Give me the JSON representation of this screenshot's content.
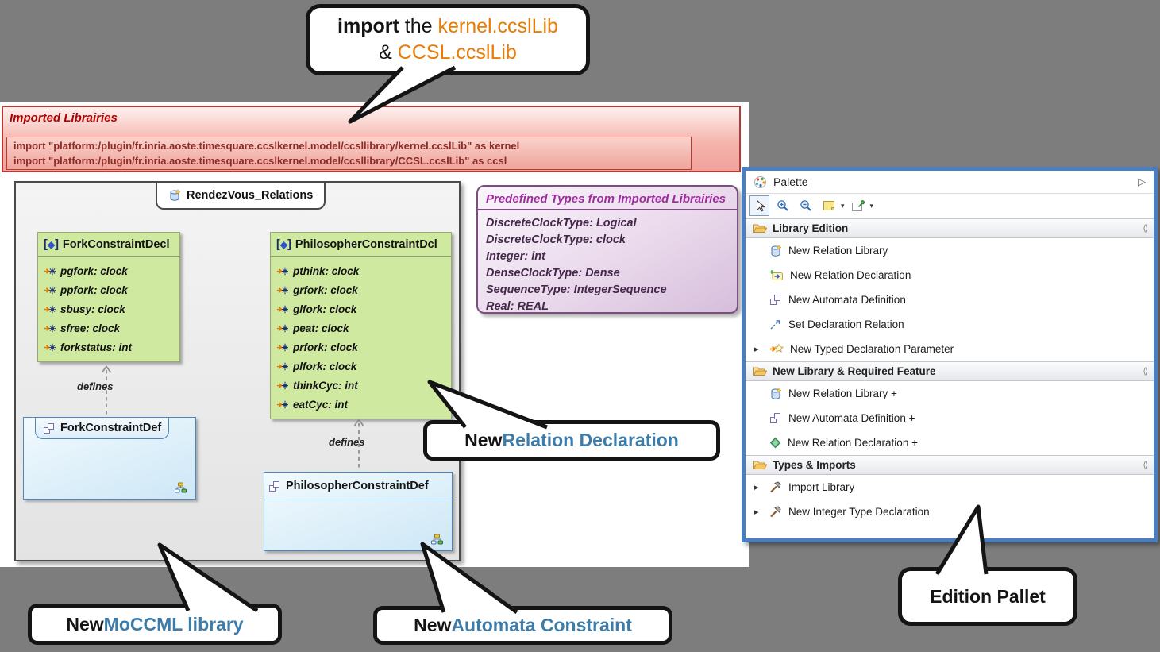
{
  "colors": {
    "background_gray": "#7d7d7d",
    "accent_orange": "#e87c04",
    "accent_blue": "#3d7ba8",
    "imported_border_red": "#b43b35",
    "imported_text_red": "#8d2b26",
    "decl_green_fill": "#cfe9a0",
    "def_blue_border": "#4c86c0",
    "predef_purple_border": "#7b4d80",
    "predef_title_purple": "#a02ba0",
    "palette_border_blue": "#4a7ec1"
  },
  "glyphs": {
    "caret_right": "▸",
    "dropdown": "▾",
    "palette_open_arrow": "▷",
    "section_pin": "⟨⟩",
    "bracket_open": "[",
    "diamond": "◆",
    "bracket_close": "]"
  },
  "callouts": {
    "import_note": {
      "bold": "import",
      "mid": " the ",
      "accent1": "kernel.ccslLib",
      "amp": "& ",
      "accent2": "CCSL.ccslLib"
    },
    "relation_declaration": {
      "prefix": "New ",
      "accent": "Relation Declaration"
    },
    "moccml": {
      "prefix": "New ",
      "accent": "MoCCML library"
    },
    "automata": {
      "prefix": "New ",
      "accent": "Automata Constraint"
    },
    "edition_pallet": "Edition Pallet"
  },
  "imported": {
    "title": "Imported Librairies",
    "lines": [
      "import \"platform:/plugin/fr.inria.aoste.timesquare.ccslkernel.model/ccsllibrary/kernel.ccslLib\" as kernel",
      "import \"platform:/plugin/fr.inria.aoste.timesquare.ccslkernel.model/ccsllibrary/CCSL.ccslLib\" as ccsl"
    ]
  },
  "predefined": {
    "title": "Predefined Types from Imported Librairies",
    "entries": [
      "DiscreteClockType: Logical",
      "DiscreteClockType: clock",
      "Integer: int",
      "DenseClockType: Dense",
      "SequenceType: IntegerSequence",
      "Real: REAL"
    ]
  },
  "diagram": {
    "package": "RendezVous_Relations",
    "defines": "defines",
    "fork_decl": {
      "name": "ForkConstraintDecl",
      "attributes": [
        "pgfork: clock",
        "ppfork: clock",
        "sbusy: clock",
        "sfree: clock",
        "forkstatus: int"
      ]
    },
    "phil_decl": {
      "name": "PhilosopherConstraintDcl",
      "attributes": [
        "pthink: clock",
        "grfork: clock",
        "glfork: clock",
        "peat: clock",
        "prfork: clock",
        "plfork: clock",
        "thinkCyc: int",
        "eatCyc: int"
      ]
    },
    "fork_def": {
      "name": "ForkConstraintDef"
    },
    "phil_def": {
      "name": "PhilosopherConstraintDef"
    }
  },
  "palette": {
    "title": "Palette",
    "toolbar": [
      {
        "icon": "cursor-icon"
      },
      {
        "icon": "zoom-in-icon"
      },
      {
        "icon": "zoom-out-icon"
      },
      {
        "icon": "note-icon"
      },
      {
        "icon": "pin-note-icon"
      }
    ],
    "sections": [
      {
        "label": "Library Edition",
        "items": [
          {
            "label": "New Relation Library",
            "icon": "relation-library-icon"
          },
          {
            "label": "New Relation Declaration",
            "icon": "relation-declaration-icon"
          },
          {
            "label": "New Automata Definition",
            "icon": "automata-definition-icon"
          },
          {
            "label": "Set Declaration Relation",
            "icon": "set-declaration-relation-icon"
          },
          {
            "label": "New Typed Declaration Parameter",
            "icon": "typed-declaration-parameter-icon",
            "caret": "▸"
          }
        ]
      },
      {
        "label": "New Library & Required Feature",
        "items": [
          {
            "label": "New Relation Library +",
            "icon": "relation-library-icon"
          },
          {
            "label": "New Automata Definition +",
            "icon": "automata-definition-icon"
          },
          {
            "label": "New Relation Declaration +",
            "icon": "green-diamond-icon"
          }
        ]
      },
      {
        "label": "Types & Imports",
        "items": [
          {
            "label": "Import Library",
            "icon": "hammer-icon",
            "caret": "▸"
          },
          {
            "label": "New Integer Type Declaration",
            "icon": "hammer-icon",
            "caret": "▸"
          }
        ]
      }
    ]
  }
}
